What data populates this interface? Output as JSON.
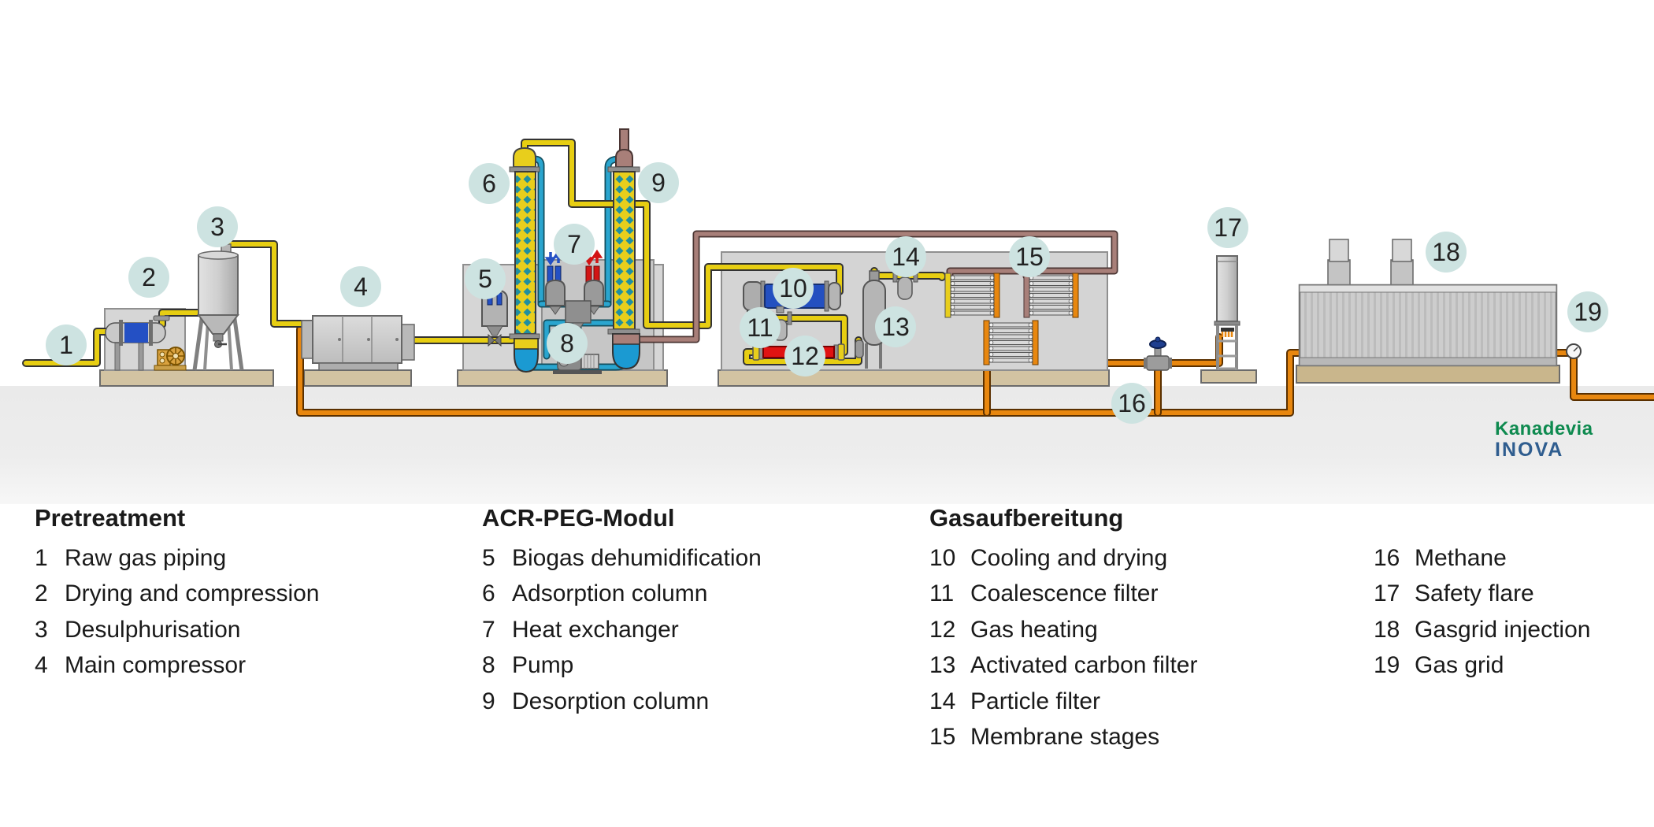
{
  "diagram": {
    "badges": [
      {
        "n": "1"
      },
      {
        "n": "2"
      },
      {
        "n": "3"
      },
      {
        "n": "4"
      },
      {
        "n": "5"
      },
      {
        "n": "6"
      },
      {
        "n": "7"
      },
      {
        "n": "8"
      },
      {
        "n": "9"
      },
      {
        "n": "10"
      },
      {
        "n": "11"
      },
      {
        "n": "12"
      },
      {
        "n": "13"
      },
      {
        "n": "14"
      },
      {
        "n": "15"
      },
      {
        "n": "16"
      },
      {
        "n": "17"
      },
      {
        "n": "18"
      },
      {
        "n": "19"
      }
    ]
  },
  "legend": {
    "columns": [
      {
        "title": "Pretreatment",
        "items": [
          {
            "n": "1",
            "label": "Raw gas piping"
          },
          {
            "n": "2",
            "label": "Drying and compression"
          },
          {
            "n": "3",
            "label": "Desulphurisation"
          },
          {
            "n": "4",
            "label": "Main compressor"
          }
        ]
      },
      {
        "title": "ACR-PEG-Modul",
        "items": [
          {
            "n": "5",
            "label": "Biogas dehumidification"
          },
          {
            "n": "6",
            "label": "Adsorption column"
          },
          {
            "n": "7",
            "label": "Heat exchanger"
          },
          {
            "n": "8",
            "label": "Pump"
          },
          {
            "n": "9",
            "label": "Desorption column"
          }
        ]
      },
      {
        "title": "Gasaufbereitung",
        "items": [
          {
            "n": "10",
            "label": "Cooling and drying"
          },
          {
            "n": "11",
            "label": "Coalescence filter"
          },
          {
            "n": "12",
            "label": "Gas heating"
          },
          {
            "n": "13",
            "label": "Activated carbon filter"
          },
          {
            "n": "14",
            "label": "Particle filter"
          },
          {
            "n": "15",
            "label": "Membrane stages"
          }
        ]
      },
      {
        "title": "",
        "items": [
          {
            "n": "16",
            "label": "Methane"
          },
          {
            "n": "17",
            "label": "Safety flare"
          },
          {
            "n": "18",
            "label": "Gasgrid injection"
          },
          {
            "n": "19",
            "label": "Gas grid"
          }
        ]
      }
    ]
  },
  "logo": {
    "line1": "Kanadevia",
    "line2": "INOVA"
  },
  "colors": {
    "biogas_pipe": "#e7ce12",
    "methane_pipe": "#e8870f",
    "solvent_pipe": "#2aa5cf",
    "offgas_pipe": "#a87f79",
    "gas_heating": "#e01212",
    "cooling_vessel": "#2450c0",
    "badge_bg": "#cde3e1",
    "platform": "#d2c3a2",
    "logo_green": "#0e8a4f",
    "logo_blue": "#2f5d8f"
  }
}
